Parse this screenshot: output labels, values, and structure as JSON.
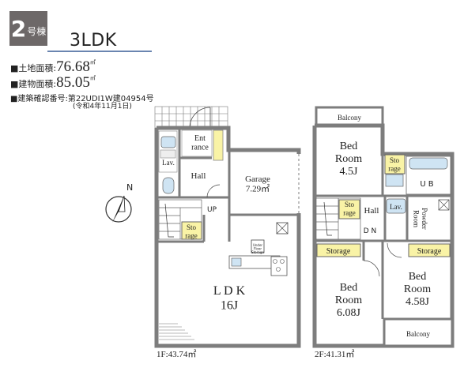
{
  "header": {
    "building_number": "2",
    "building_suffix": "号棟",
    "layout_type": "3LDK",
    "land_area_label": "■土地面積:",
    "land_area_value": "76.68",
    "building_area_label": "■建物面積:",
    "building_area_value": "85.05",
    "area_unit": "㎡",
    "permit_label": "■建築確認番号:",
    "permit_number": "第22UDI1W建04954号",
    "permit_date": "(令和4年11月1日)"
  },
  "compass": {
    "label": "N"
  },
  "floor1": {
    "area_label": "1F:43.74㎡",
    "rooms": {
      "entrance": "Ent\nrance",
      "lavatory": "Lav.",
      "hall": "Hall",
      "up": "UP",
      "storage": "Sto\nrage",
      "garage": "Garage\n7.29㎡",
      "floor_storage": "Under\nFloor\nStorage",
      "ldk": "L D K\n16J"
    }
  },
  "floor2": {
    "area_label": "2F:41.31㎡",
    "rooms": {
      "balcony_top": "Balcony",
      "bed_room_1": "Bed\nRoom\n4.5J",
      "storage_small_1": "Sto\nrage",
      "ub": "U B",
      "storage_small_2": "Sto\nrage",
      "hall": "Hall",
      "lavatory": "Lav.",
      "powder_room": "Powder\nRoom",
      "dn": "D N",
      "storage_left": "Storage",
      "storage_right": "Storage",
      "bed_room_2": "Bed\nRoom\n6.08J",
      "bed_room_3": "Bed\nRoom\n4.58J",
      "balcony_bottom": "Balcony"
    }
  },
  "colors": {
    "wall": "#7d7d7d",
    "storage_fill": "#f9f3a6",
    "water_fill": "#cfe4f3",
    "badge": "#6d6868",
    "underline": "#6a85b0"
  }
}
